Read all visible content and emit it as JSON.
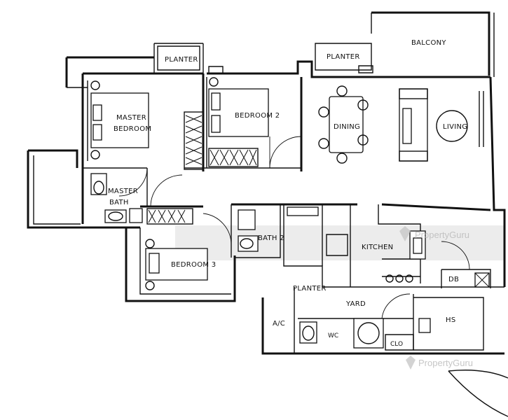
{
  "rooms": {
    "planter_top_left": "PLANTER",
    "planter_top_right": "PLANTER",
    "balcony": "BALCONY",
    "master_bedroom_line1": "MASTER",
    "master_bedroom_line2": "BEDROOM",
    "bedroom2": "BEDROOM 2",
    "dining": "DINING",
    "living": "LIVING",
    "master_bath_line1": "MASTER",
    "master_bath_line2": "BATH",
    "bath2": "BATH 2",
    "kitchen": "KITCHEN",
    "bedroom3": "BEDROOM 3",
    "planter_bottom": "PLANTER",
    "yard": "YARD",
    "ac": "A/C",
    "wc": "WC",
    "clo": "CLO",
    "hs": "HS",
    "db": "DB"
  },
  "watermark": {
    "text_top": "PropertyGuru",
    "text_bottom": "PropertyGuru",
    "icon": "propertyguru-logo-icon"
  }
}
